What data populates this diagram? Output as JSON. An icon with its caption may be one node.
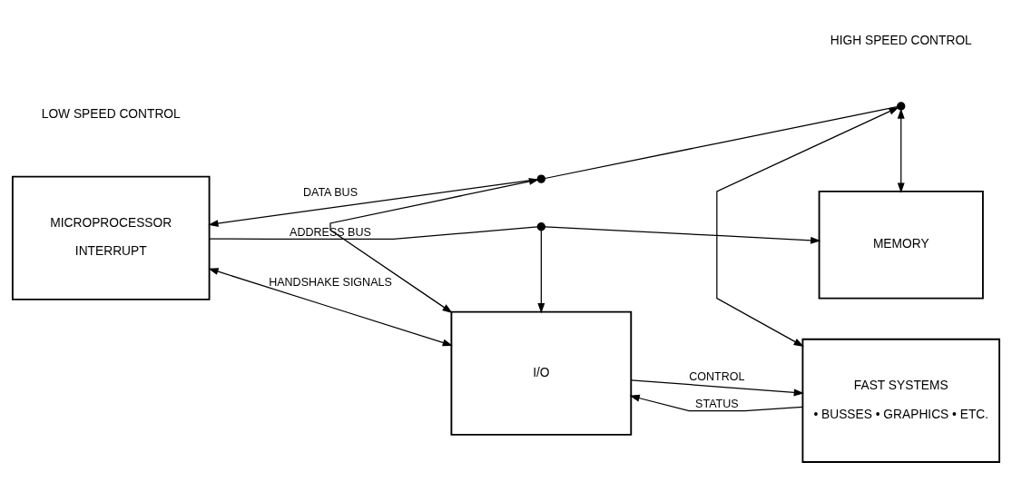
{
  "diagram": {
    "nodes": [
      {
        "text": [
          "MICROPROCESSOR",
          "INTERRUPT"
        ]
      },
      {
        "text": [
          "MEMORY"
        ]
      },
      {
        "text": [
          "I/O"
        ]
      },
      {
        "text": [
          "FAST SYSTEMS",
          "• BUSSES • GRAPHICS • ETC."
        ]
      },
      {
        "text": [],
        "shape": "circle"
      },
      {
        "text": [],
        "shape": "circle"
      },
      {
        "text": [],
        "shape": "circle"
      }
    ],
    "edges": [
      {
        "from": 0,
        "to": 4,
        "arrow": "none",
        "label": "ADDRESS BUS"
      },
      {
        "from": 4,
        "to": 1,
        "arrow": "to"
      },
      {
        "from": 4,
        "to": 2,
        "arrow": "to"
      },
      {
        "from": 5,
        "to": 0,
        "arrow": "to",
        "label": "DATA BUS"
      },
      {
        "from": 6,
        "to": 5,
        "arrow": "none"
      },
      {
        "from": 5,
        "to": 2,
        "arrow": "both"
      },
      {
        "from": 6,
        "to": 1,
        "arrow": "both"
      },
      {
        "from": 6,
        "to": 3,
        "arrow": "both"
      },
      {
        "from": 0,
        "to": 2,
        "arrow": "both",
        "label": "HANDSHAKE SIGNALS"
      },
      {
        "from": 2,
        "to": 3,
        "arrow": "to",
        "label": "CONTROL"
      },
      {
        "from": 3,
        "to": 2,
        "arrow": "to",
        "label": "STATUS"
      }
    ],
    "labels": [
      "LOW SPEED CONTROL",
      "HIGH SPEED CONTROL"
    ]
  }
}
